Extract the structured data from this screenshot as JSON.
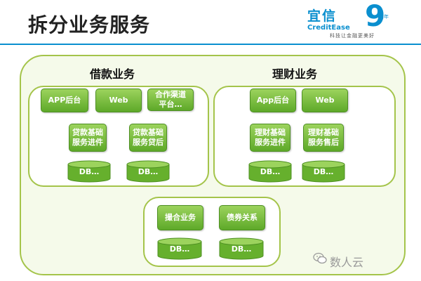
{
  "header": {
    "title": "拆分业务服务",
    "logo_cn": "宜信",
    "logo_en": "CreditEase",
    "logo_number": "9",
    "logo_sub": "周年",
    "logo_slogan": "科技让金融更美好"
  },
  "groups": {
    "borrowing": {
      "label": "借款业务",
      "top_services": [
        "APP后台",
        "Web",
        "合作渠道平台…"
      ],
      "services": [
        "贷款基础服务进件",
        "贷款基础服务贷后"
      ],
      "dbs": [
        "DB…",
        "DB…"
      ]
    },
    "wealth": {
      "label": "理财业务",
      "top_services": [
        "App后台",
        "Web"
      ],
      "services": [
        "理财基础服务进件",
        "理财基础服务售后"
      ],
      "dbs": [
        "DB…",
        "DB…"
      ]
    },
    "shared": {
      "services": [
        "撮合业务",
        "债券关系"
      ],
      "dbs": [
        "DB…",
        "DB…"
      ]
    }
  },
  "watermark": "数人云",
  "colors": {
    "accent_green": "#a4c44a",
    "box_green": "#6cb534",
    "brand_blue": "#0a8fcf"
  }
}
